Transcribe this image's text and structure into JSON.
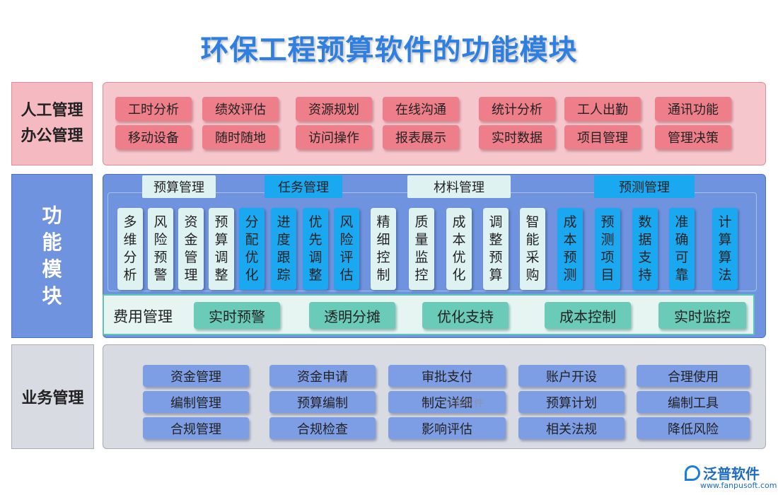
{
  "title": "环保工程预算软件的功能模块",
  "sections": {
    "top": {
      "label_lines": [
        "人工管理",
        "办公管理"
      ],
      "chips": [
        "工时分析",
        "绩效评估",
        "资源规划",
        "在线沟通",
        "统计分析",
        "工人出勤",
        "通讯功能",
        "移动设备",
        "随时随地",
        "访问操作",
        "报表展示",
        "实时数据",
        "项目管理",
        "管理决策"
      ]
    },
    "middle": {
      "label_chars": [
        "功",
        "能",
        "模",
        "块"
      ],
      "categories": [
        {
          "name": "预算管理",
          "style": "light"
        },
        {
          "name": "任务管理",
          "style": "blue"
        },
        {
          "name": "材料管理",
          "style": "light"
        },
        {
          "name": "预测管理",
          "style": "blue"
        }
      ],
      "cards": [
        {
          "text": "多维分析",
          "style": "light"
        },
        {
          "text": "风险预警",
          "style": "light"
        },
        {
          "text": "资金管理",
          "style": "light"
        },
        {
          "text": "预算调整",
          "style": "light"
        },
        {
          "text": "分配优化",
          "style": "blue"
        },
        {
          "text": "进度跟踪",
          "style": "blue"
        },
        {
          "text": "优先调整",
          "style": "blue"
        },
        {
          "text": "风险评估",
          "style": "blue"
        },
        {
          "text": "精细控制",
          "style": "light"
        },
        {
          "text": "质量监控",
          "style": "light"
        },
        {
          "text": "成本优化",
          "style": "light"
        },
        {
          "text": "调整预算",
          "style": "light"
        },
        {
          "text": "智能采购",
          "style": "light"
        },
        {
          "text": "成本预测",
          "style": "blue"
        },
        {
          "text": "预测项目",
          "style": "blue"
        },
        {
          "text": "数据支持",
          "style": "blue"
        },
        {
          "text": "准确可靠",
          "style": "blue"
        },
        {
          "text": "计算算法",
          "style": "blue"
        }
      ],
      "cost": {
        "label": "费用管理",
        "chips": [
          "实时预警",
          "透明分摊",
          "优化支持",
          "成本控制",
          "实时监控"
        ]
      }
    },
    "bottom": {
      "label": "业务管理",
      "chips": [
        "资金管理",
        "资金申请",
        "审批支付",
        "账户开设",
        "合理使用",
        "编制管理",
        "预算编制",
        "制定详细",
        "预算计划",
        "编制工具",
        "合规管理",
        "合规检查",
        "影响评估",
        "相关法规",
        "降低风险"
      ]
    }
  },
  "watermark": "泛普软件",
  "logo": {
    "name": "泛普软件",
    "url": "www.fanpusoft.com"
  },
  "colors": {
    "title": "#2e7fe0",
    "pink": "#ee7f8a",
    "blue": "#1aa8f0",
    "teal": "#69cbb8",
    "periwinkle": "#7d9de5"
  }
}
